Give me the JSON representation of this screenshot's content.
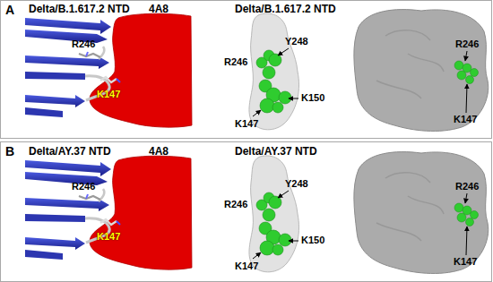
{
  "diagram": {
    "nodes": [
      {
        "text": [
          "A"
        ]
      },
      {
        "text": [
          "B"
        ]
      }
    ],
    "labels": [
      "Delta/B.1.617.2 NTD",
      "4A8",
      "R246",
      "K147",
      "Delta/B.1.617.2 NTD",
      "R246",
      "Y248",
      "K150",
      "K147",
      "R246",
      "K147",
      "Delta/AY.37 NTD",
      "4A8",
      "R246",
      "K147",
      "Delta/AY.37 NTD",
      "R246",
      "Y248",
      "K150",
      "K147",
      "R246",
      "K147"
    ]
  }
}
